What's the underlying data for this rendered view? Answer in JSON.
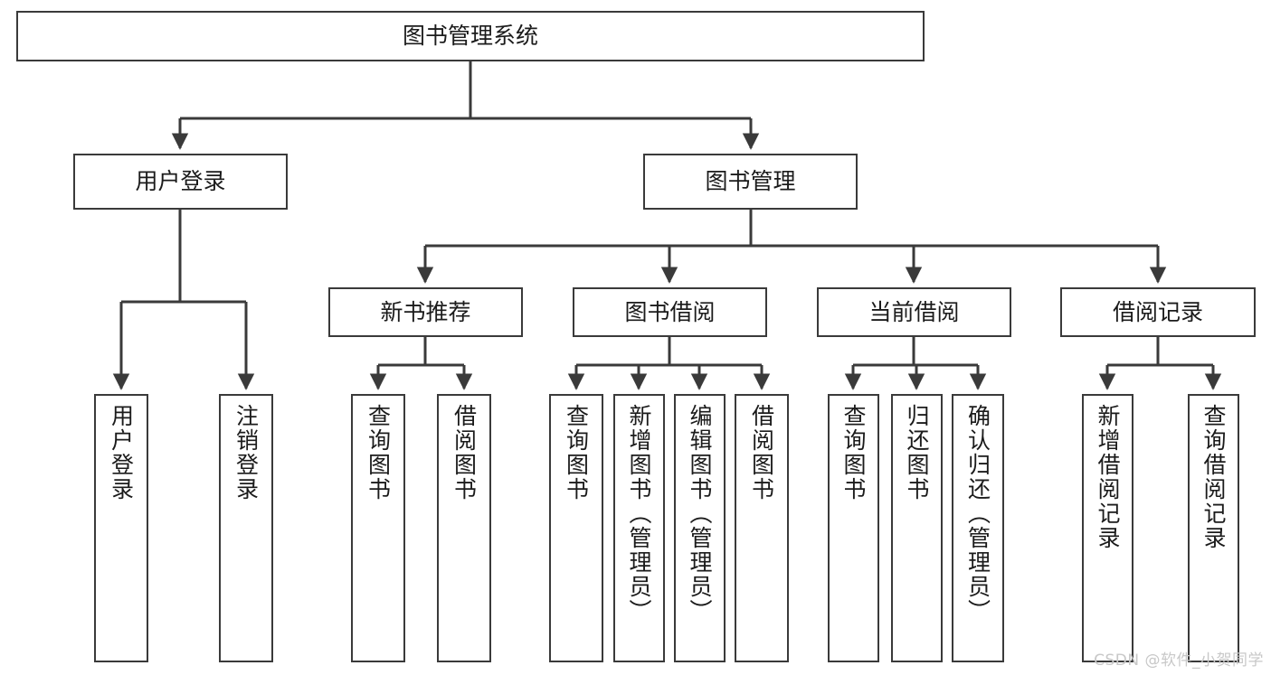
{
  "diagram": {
    "title": "图书管理系统",
    "type": "tree",
    "watermark": "CSDN @软件_小贺同学",
    "colors": {
      "box_border": "#3a3a3a",
      "box_fill": "#ffffff",
      "edge": "#3a3a3a",
      "text": "#1b1b1b",
      "watermark": "#c8c8c8"
    },
    "levels": {
      "root": "图书管理系统",
      "level2": [
        "用户登录",
        "图书管理"
      ],
      "level3": [
        "新书推荐",
        "图书借阅",
        "当前借阅",
        "借阅记录"
      ]
    },
    "nodes": {
      "root": {
        "label": "图书管理系统",
        "orientation": "horizontal"
      },
      "user_login": {
        "label": "用户登录",
        "orientation": "horizontal"
      },
      "book_manage": {
        "label": "图书管理",
        "orientation": "horizontal"
      },
      "new_book_rec": {
        "label": "新书推荐",
        "orientation": "horizontal"
      },
      "book_borrow": {
        "label": "图书借阅",
        "orientation": "horizontal"
      },
      "current_borrow": {
        "label": "当前借阅",
        "orientation": "horizontal"
      },
      "borrow_record": {
        "label": "借阅记录",
        "orientation": "horizontal"
      },
      "leaf_user_login": {
        "label": "用户登录",
        "orientation": "vertical"
      },
      "leaf_logout": {
        "label": "注销登录",
        "orientation": "vertical"
      },
      "leaf_query_book_1": {
        "label": "查询图书",
        "orientation": "vertical"
      },
      "leaf_borrow_book_1": {
        "label": "借阅图书",
        "orientation": "vertical"
      },
      "leaf_query_book_2": {
        "label": "查询图书",
        "orientation": "vertical"
      },
      "leaf_add_book": {
        "label": "新增图书（管理员）",
        "orientation": "vertical"
      },
      "leaf_edit_book": {
        "label": "编辑图书（管理员）",
        "orientation": "vertical"
      },
      "leaf_borrow_book_2": {
        "label": "借阅图书",
        "orientation": "vertical"
      },
      "leaf_query_book_3": {
        "label": "查询图书",
        "orientation": "vertical"
      },
      "leaf_return_book": {
        "label": "归还图书",
        "orientation": "vertical"
      },
      "leaf_confirm_return": {
        "label": "确认归还（管理员）",
        "orientation": "vertical"
      },
      "leaf_add_record": {
        "label": "新增借阅记录",
        "orientation": "vertical"
      },
      "leaf_query_record": {
        "label": "查询借阅记录",
        "orientation": "vertical"
      }
    },
    "edges": [
      {
        "from": "图书管理系统",
        "to": "用户登录"
      },
      {
        "from": "图书管理系统",
        "to": "图书管理"
      },
      {
        "from": "用户登录",
        "to": "用户登录"
      },
      {
        "from": "用户登录",
        "to": "注销登录"
      },
      {
        "from": "图书管理",
        "to": "新书推荐"
      },
      {
        "from": "图书管理",
        "to": "图书借阅"
      },
      {
        "from": "图书管理",
        "to": "当前借阅"
      },
      {
        "from": "图书管理",
        "to": "借阅记录"
      },
      {
        "from": "新书推荐",
        "to": "查询图书"
      },
      {
        "from": "新书推荐",
        "to": "借阅图书"
      },
      {
        "from": "图书借阅",
        "to": "查询图书"
      },
      {
        "from": "图书借阅",
        "to": "新增图书（管理员）"
      },
      {
        "from": "图书借阅",
        "to": "编辑图书（管理员）"
      },
      {
        "from": "图书借阅",
        "to": "借阅图书"
      },
      {
        "from": "当前借阅",
        "to": "查询图书"
      },
      {
        "from": "当前借阅",
        "to": "归还图书"
      },
      {
        "from": "当前借阅",
        "to": "确认归还（管理员）"
      },
      {
        "from": "借阅记录",
        "to": "新增借阅记录"
      },
      {
        "from": "借阅记录",
        "to": "查询借阅记录"
      }
    ]
  }
}
